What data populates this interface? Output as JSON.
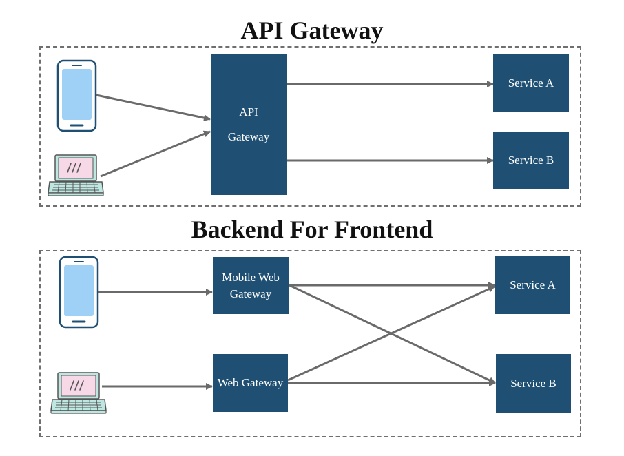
{
  "sections": {
    "api_gateway": {
      "title": "API Gateway",
      "gateway": {
        "line1": "API",
        "line2": "Gateway"
      },
      "service_a": "Service A",
      "service_b": "Service B"
    },
    "bff": {
      "title": "Backend For Frontend",
      "mobile_gateway": {
        "line1": "Mobile Web",
        "line2": "Gateway"
      },
      "web_gateway": "Web Gateway",
      "service_a": "Service A",
      "service_b": "Service B"
    }
  },
  "colors": {
    "box_fill": "#1f5073",
    "arrow": "#6a6a6a",
    "frame": "#6f6f6f",
    "phone_screen": "#9fd0f5",
    "laptop_screen": "#f7d8e6",
    "laptop_body": "#bfe7e1"
  },
  "icons": [
    "mobile-phone-icon",
    "laptop-icon"
  ]
}
